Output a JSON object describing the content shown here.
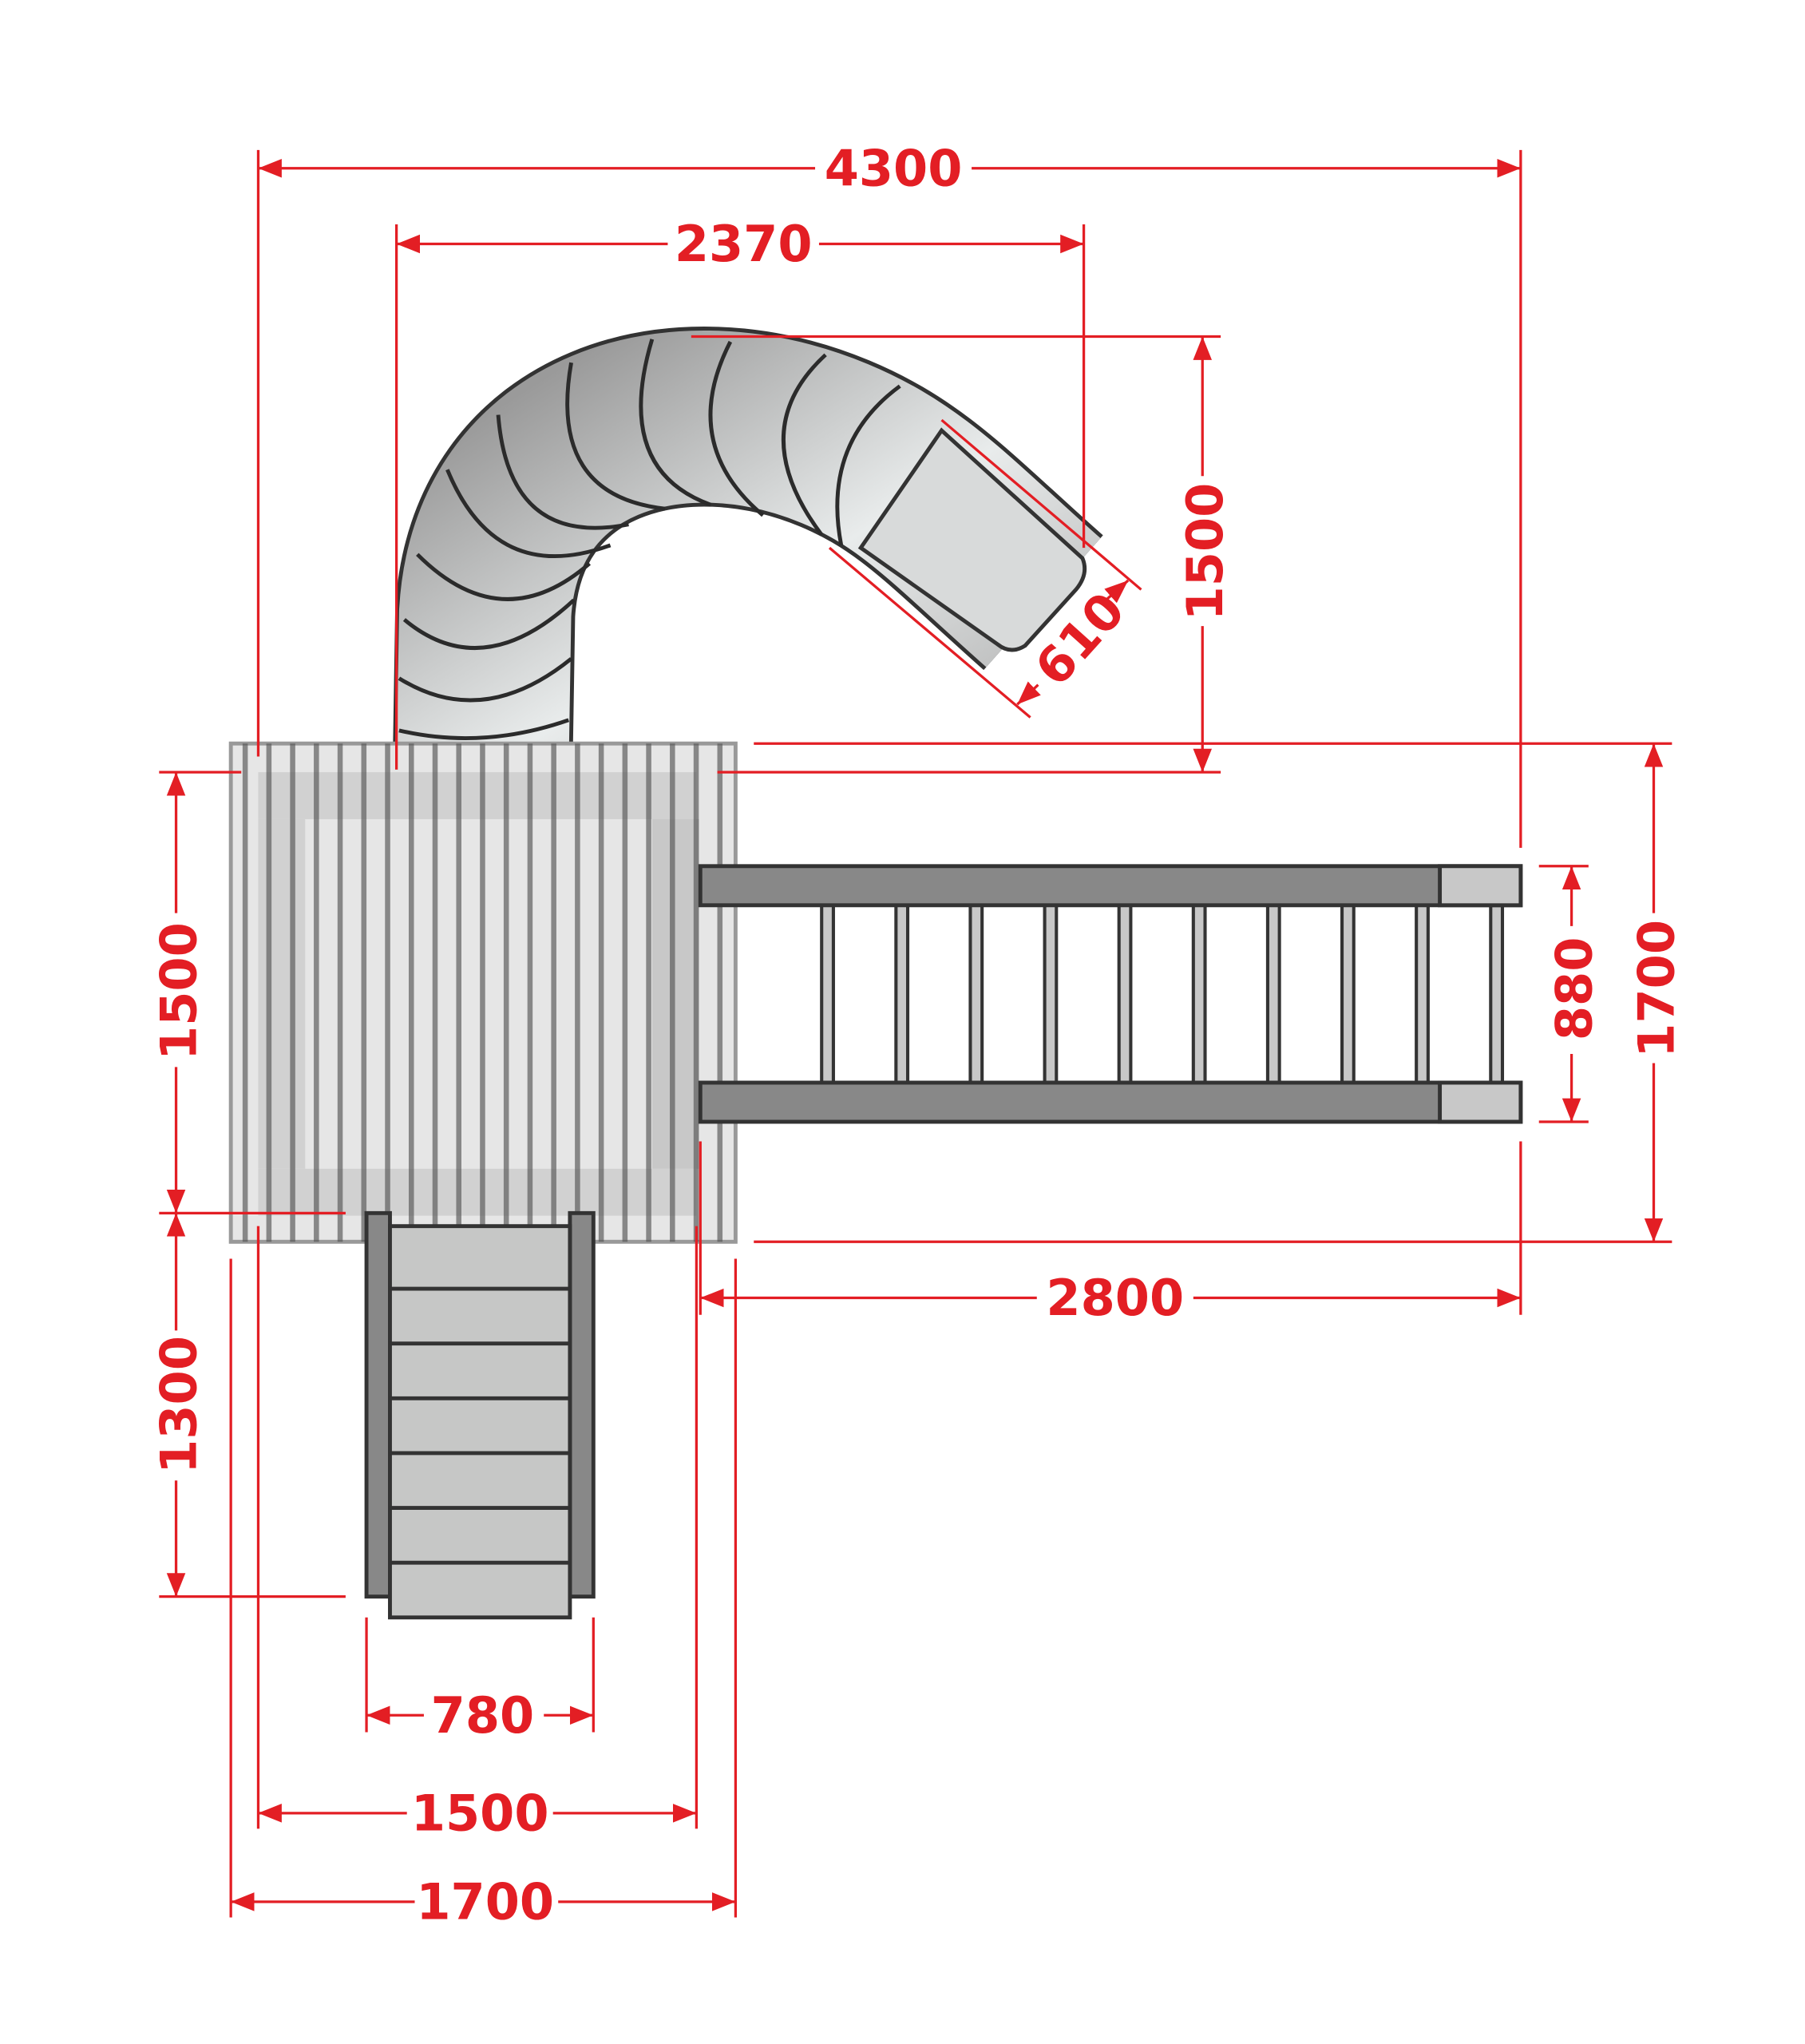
{
  "colors": {
    "dimension": "#e31e24",
    "outline": "#333333",
    "platform": "#e6e6e6",
    "rail": "#888888",
    "tread": "#c6c7c6"
  },
  "dimensions": {
    "overall_width": "4300",
    "slide_width": "2370",
    "slide_depth": "1500",
    "slide_exit_width": "610",
    "platform_inner_depth": "1500",
    "stairs_length": "1300",
    "ladder_width": "880",
    "overall_depth": "1700",
    "ladder_length": "2800",
    "stairs_width": "780",
    "platform_inner_width": "1500",
    "platform_outer_width": "1700"
  }
}
